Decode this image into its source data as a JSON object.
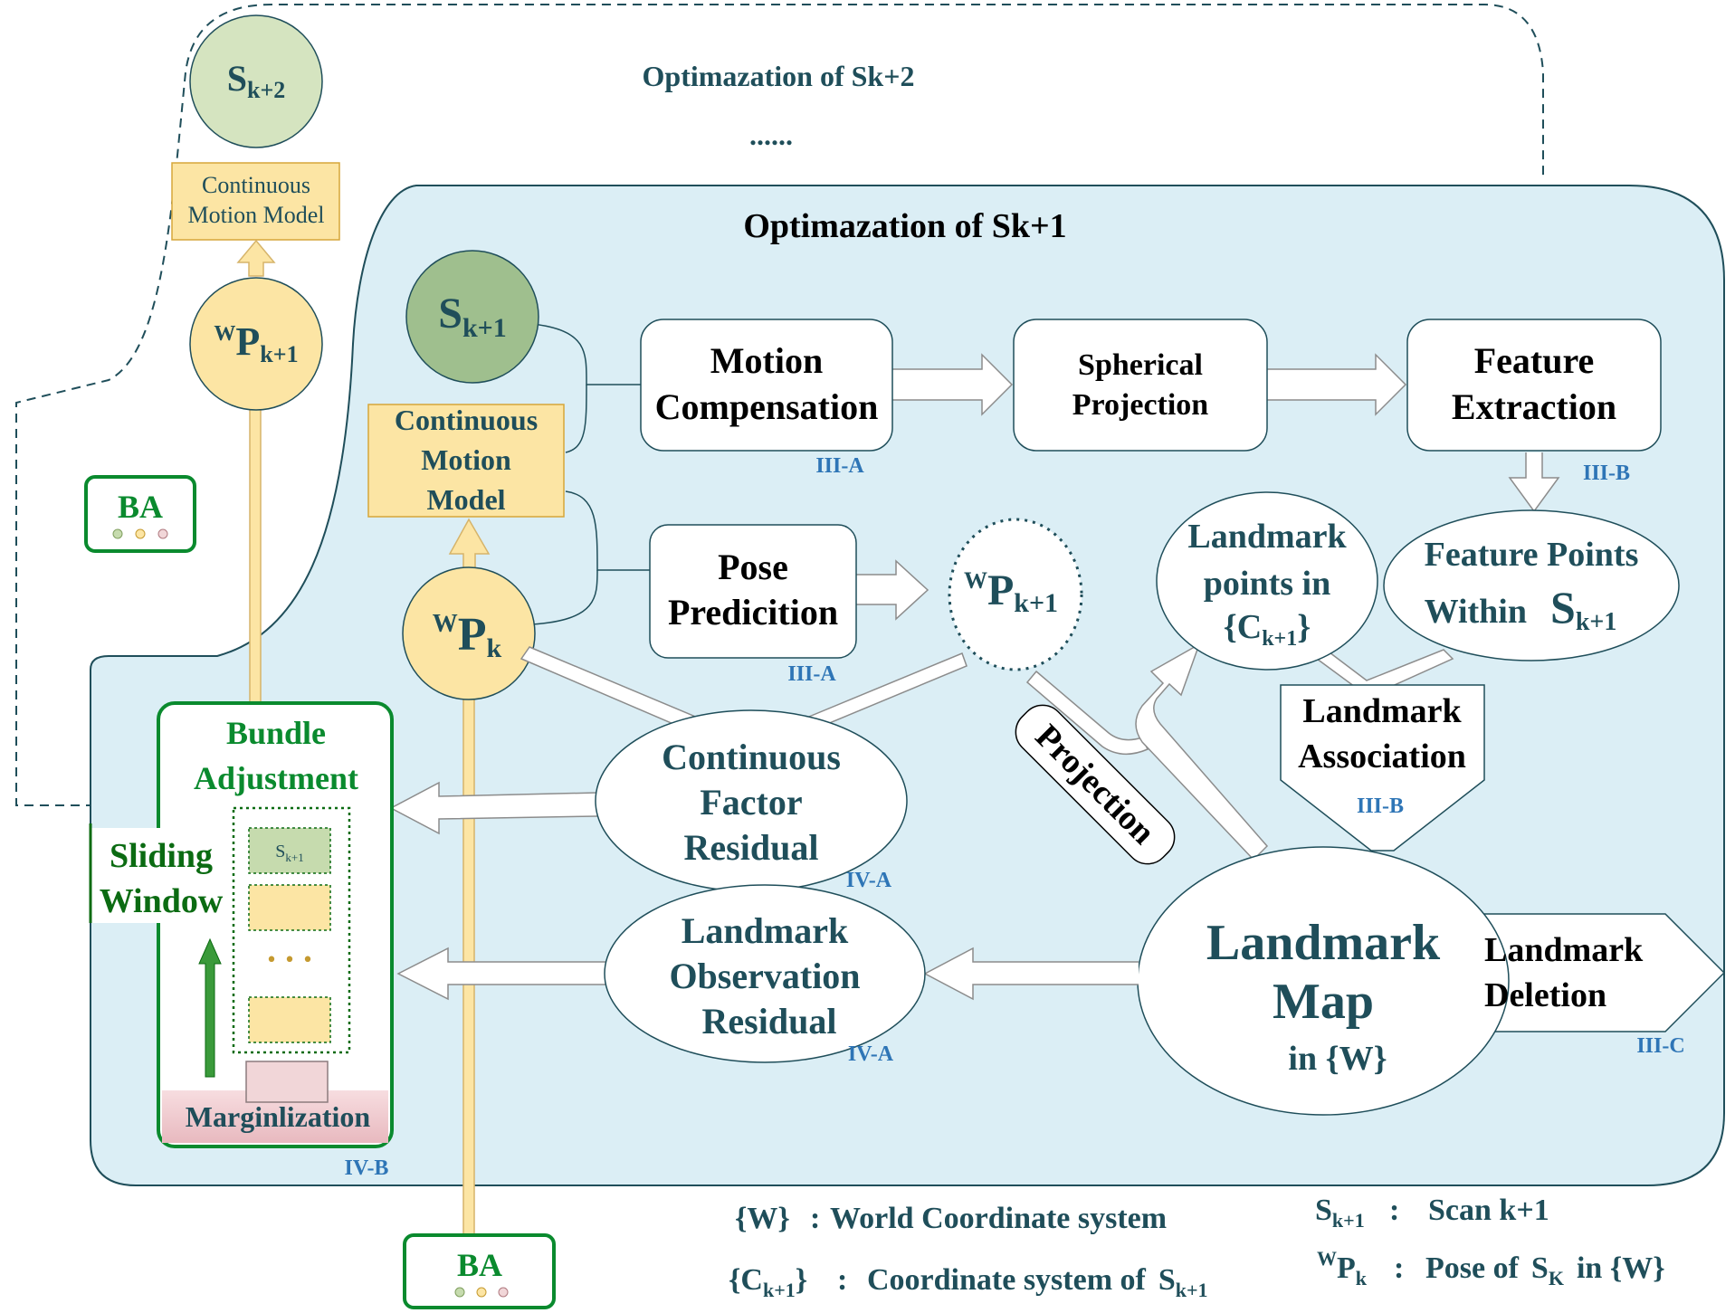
{
  "outer_loop": {
    "title": "Optimazation of Sk+2",
    "ellipsis": "......"
  },
  "inner_loop": {
    "title": "Optimazation of Sk+1"
  },
  "nodes": {
    "s_k2": {
      "main": "S",
      "sub": "k+2"
    },
    "s_k1": {
      "main": "S",
      "sub": "k+1"
    },
    "cmm_top": {
      "line1": "Continuous",
      "line2": "Motion Model"
    },
    "cmm_inner": {
      "line1": "Continuous",
      "line2": "Motion",
      "line3": "Model"
    },
    "wp_k1_top": {
      "sup": "W",
      "main": "P",
      "sub": "k+1"
    },
    "wp_k": {
      "sup": "W",
      "main": "P",
      "sub": "k"
    },
    "wp_k1_pred": {
      "sup": "W",
      "main": "P",
      "sub": "k+1"
    },
    "motion_compensation": {
      "line1": "Motion",
      "line2": "Compensation",
      "ref": "III-A"
    },
    "spherical_projection": {
      "line1": "Spherical",
      "line2": "Projection"
    },
    "feature_extraction": {
      "line1": "Feature",
      "line2": "Extraction",
      "ref": "III-B"
    },
    "pose_prediction": {
      "line1": "Pose",
      "line2": "Predicition",
      "ref": "III-A"
    },
    "landmark_points": {
      "line1": "Landmark",
      "line2": "points in",
      "line3_pre": "{C",
      "line3_sub": "k+1",
      "line3_post": "}"
    },
    "feature_points": {
      "line1": "Feature Points",
      "line2_pre": "Within",
      "line2_main": "S",
      "line2_sub": "k+1"
    },
    "landmark_association": {
      "line1": "Landmark",
      "line2": "Association",
      "ref": "III-B"
    },
    "projection": {
      "label": "Projection"
    },
    "continuous_factor_residual": {
      "line1": "Continuous",
      "line2": "Factor",
      "line3": "Residual",
      "ref": "IV-A"
    },
    "landmark_observation_residual": {
      "line1": "Landmark",
      "line2": "Observation",
      "line3": "Residual",
      "ref": "IV-A"
    },
    "landmark_map": {
      "line1": "Landmark",
      "line2": "Map",
      "line3": "in {W}"
    },
    "landmark_deletion": {
      "line1": "Landmark",
      "line2": "Deletion",
      "ref": "III-C"
    },
    "ba_left": {
      "label": "BA"
    },
    "ba_bottom": {
      "label": "BA"
    },
    "bundle_adjustment": {
      "line1": "Bundle",
      "line2": "Adjustment",
      "ref": "IV-B",
      "slot_main": "S",
      "slot_sub": "k+1",
      "dots": "• • •",
      "marginalization": "Marginlization"
    },
    "sliding_window": {
      "line1": "Sliding",
      "line2": "Window"
    }
  },
  "legend": {
    "w_key": "{W}",
    "w_sep": ":",
    "w_desc": "World Coordinate system",
    "c_key_pre": "{C",
    "c_key_sub": "k+1",
    "c_key_post": "}",
    "c_sep": ":",
    "c_desc": "Coordinate system of",
    "c_desc_main": "S",
    "c_desc_sub": "k+1",
    "s_key_main": "S",
    "s_key_sub": "k+1",
    "s_sep": ":",
    "s_desc": "Scan k+1",
    "p_key_sup": "W",
    "p_key_main": "P",
    "p_key_sub": "k",
    "p_sep": ":",
    "p_desc": "Pose of",
    "p_desc_main": "S",
    "p_desc_sub": "K",
    "p_desc_post": "in {W}"
  },
  "colors": {
    "inner_bg": "#dbeef5",
    "inner_border": "#1f4e5a",
    "green_node": "#c6dbae",
    "dark_green_node": "#9fbf8e",
    "yellow_node": "#fce5a4",
    "cmm_fill": "#fce5a4",
    "teal_text": "#1f4e5a",
    "ref_blue": "#2e75b6",
    "ba_green": "#0a8a2e",
    "pink": "#f1d6d8"
  }
}
